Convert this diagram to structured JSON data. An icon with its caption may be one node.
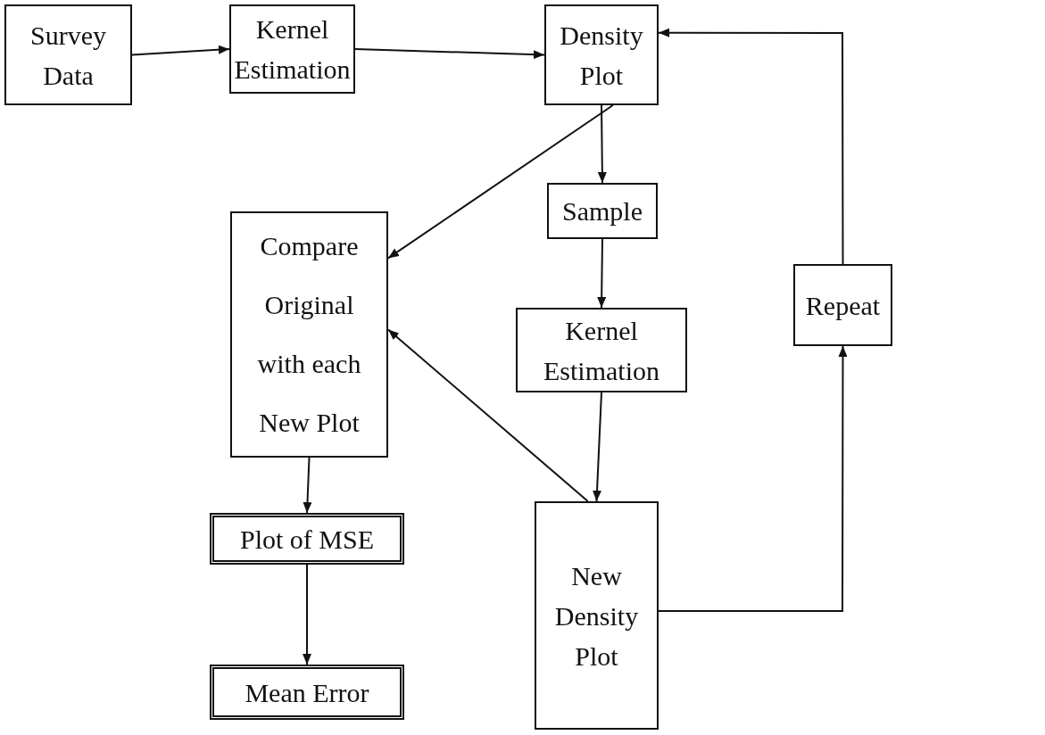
{
  "diagram": {
    "nodes": [
      {
        "text": [
          "Survey Data"
        ]
      },
      {
        "text": [
          "Kernel Estimation"
        ]
      },
      {
        "text": [
          "Density Plot"
        ]
      },
      {
        "text": [
          "Compare Original with each New Plot"
        ]
      },
      {
        "text": [
          "Sample"
        ]
      },
      {
        "text": [
          "Repeat"
        ]
      },
      {
        "text": [
          "Kernel Estimation"
        ]
      },
      {
        "text": [
          "Plot of MSE"
        ]
      },
      {
        "text": [
          "New Density Plot"
        ]
      },
      {
        "text": [
          "Mean Error"
        ]
      }
    ],
    "edges": [
      {
        "from": 0,
        "to": 1,
        "arrow": "to"
      },
      {
        "from": 1,
        "to": 2,
        "arrow": "to"
      },
      {
        "from": 2,
        "to": 3,
        "arrow": "to"
      },
      {
        "from": 2,
        "to": 4,
        "arrow": "to"
      },
      {
        "from": 4,
        "to": 6,
        "arrow": "to"
      },
      {
        "from": 6,
        "to": 8,
        "arrow": "to"
      },
      {
        "from": 8,
        "to": 3,
        "arrow": "to"
      },
      {
        "from": 8,
        "to": 5,
        "arrow": "to"
      },
      {
        "from": 5,
        "to": 2,
        "arrow": "to"
      },
      {
        "from": 3,
        "to": 7,
        "arrow": "to"
      },
      {
        "from": 7,
        "to": 9,
        "arrow": "to"
      }
    ]
  }
}
